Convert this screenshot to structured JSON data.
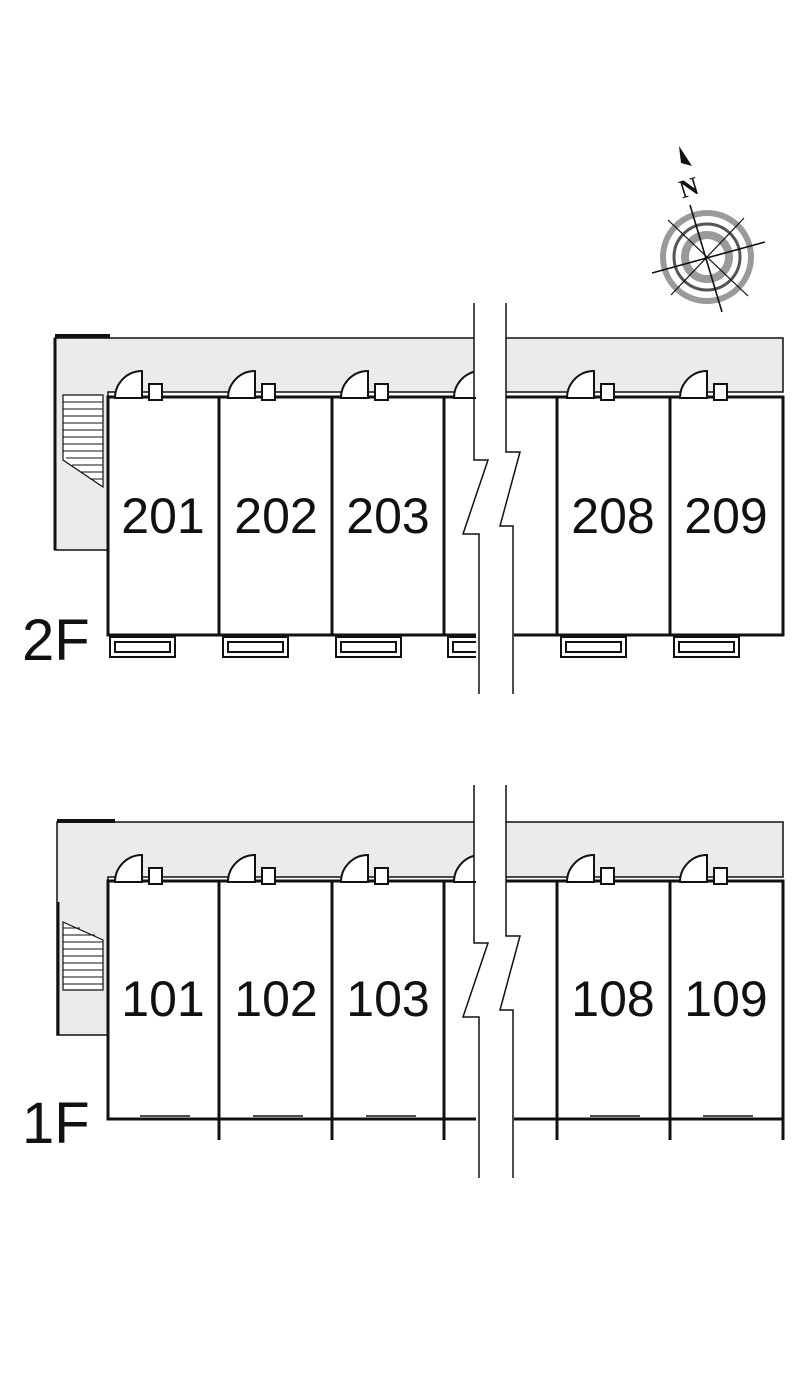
{
  "compass": {
    "north_letter": "N",
    "icon": "compass-rose-icon"
  },
  "floors": [
    {
      "label": "2F",
      "units": [
        "201",
        "202",
        "203",
        "",
        "208",
        "209"
      ]
    },
    {
      "label": "1F",
      "units": [
        "101",
        "102",
        "103",
        "",
        "108",
        "109"
      ]
    }
  ],
  "colors": {
    "corridor": "#ebebeb",
    "line": "#111111",
    "compass_gray": "#9a9a9a"
  }
}
